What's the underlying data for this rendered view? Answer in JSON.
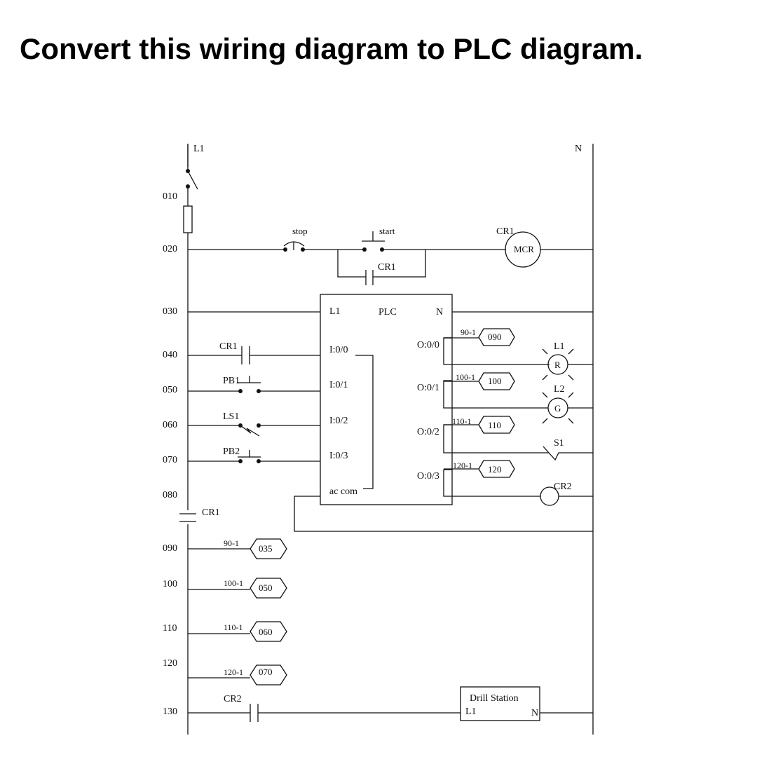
{
  "title": "Convert this wiring diagram to PLC diagram.",
  "rails": {
    "left": "L1",
    "right": "N"
  },
  "rungs": [
    "010",
    "020",
    "030",
    "040",
    "050",
    "060",
    "070",
    "080",
    "090",
    "100",
    "110",
    "120",
    "130"
  ],
  "rung_020": {
    "stop": "stop",
    "start": "start",
    "seal_contact": "CR1",
    "coil_name": "CR1",
    "coil_label": "MCR"
  },
  "plc": {
    "label": "PLC",
    "l1": "L1",
    "n": "N",
    "inputs": [
      "I:0/0",
      "I:0/1",
      "I:0/2",
      "I:0/3"
    ],
    "com": "ac com",
    "outputs": [
      "O:0/0",
      "O:0/1",
      "O:0/2",
      "O:0/3"
    ]
  },
  "input_devices": [
    "CR1",
    "PB1",
    "LS1",
    "PB2"
  ],
  "output_refs": [
    {
      "wire": "90-1",
      "ref": "090"
    },
    {
      "wire": "100-1",
      "ref": "100"
    },
    {
      "wire": "110-1",
      "ref": "110"
    },
    {
      "wire": "120-1",
      "ref": "120"
    }
  ],
  "output_devices": {
    "lamp1": {
      "name": "L1",
      "letter": "R"
    },
    "lamp2": {
      "name": "L2",
      "letter": "G"
    },
    "solenoid": "S1",
    "coil": "CR2"
  },
  "rung_080_contact": "CR1",
  "cross_refs": [
    {
      "wire": "90-1",
      "ref": "035"
    },
    {
      "wire": "100-1",
      "ref": "050"
    },
    {
      "wire": "110-1",
      "ref": "060"
    },
    {
      "wire": "120-1",
      "ref": "070"
    }
  ],
  "rung_130": {
    "contact": "CR2",
    "station": "Drill Station",
    "l1": "L1",
    "n": "N"
  }
}
